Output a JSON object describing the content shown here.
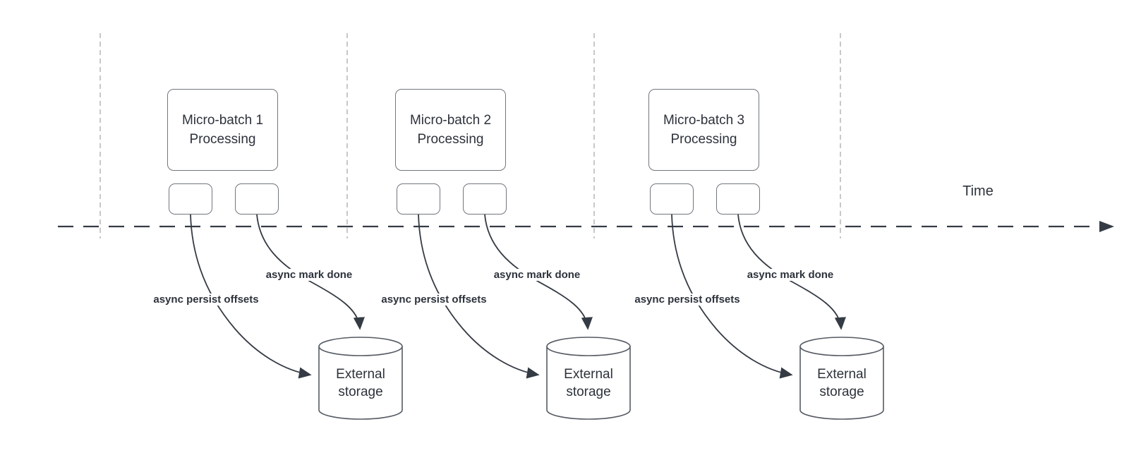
{
  "diagram": {
    "time_axis": {
      "label": "Time"
    },
    "groups": [
      {
        "title": "Micro-batch 1\nProcessing",
        "persist_label": "async persist offsets",
        "done_label": "async mark done",
        "storage_label": "External\nstorage"
      },
      {
        "title": "Micro-batch 2\nProcessing",
        "persist_label": "async persist offsets",
        "done_label": "async mark done",
        "storage_label": "External\nstorage"
      },
      {
        "title": "Micro-batch 3\nProcessing",
        "persist_label": "async persist offsets",
        "done_label": "async mark done",
        "storage_label": "External\nstorage"
      }
    ],
    "colors": {
      "line": "#353b44",
      "boxline": "#71767e",
      "cylline": "#555b63",
      "guide": "#b3b6ba",
      "text": "#2d323b",
      "bg": "#ffffff"
    }
  }
}
